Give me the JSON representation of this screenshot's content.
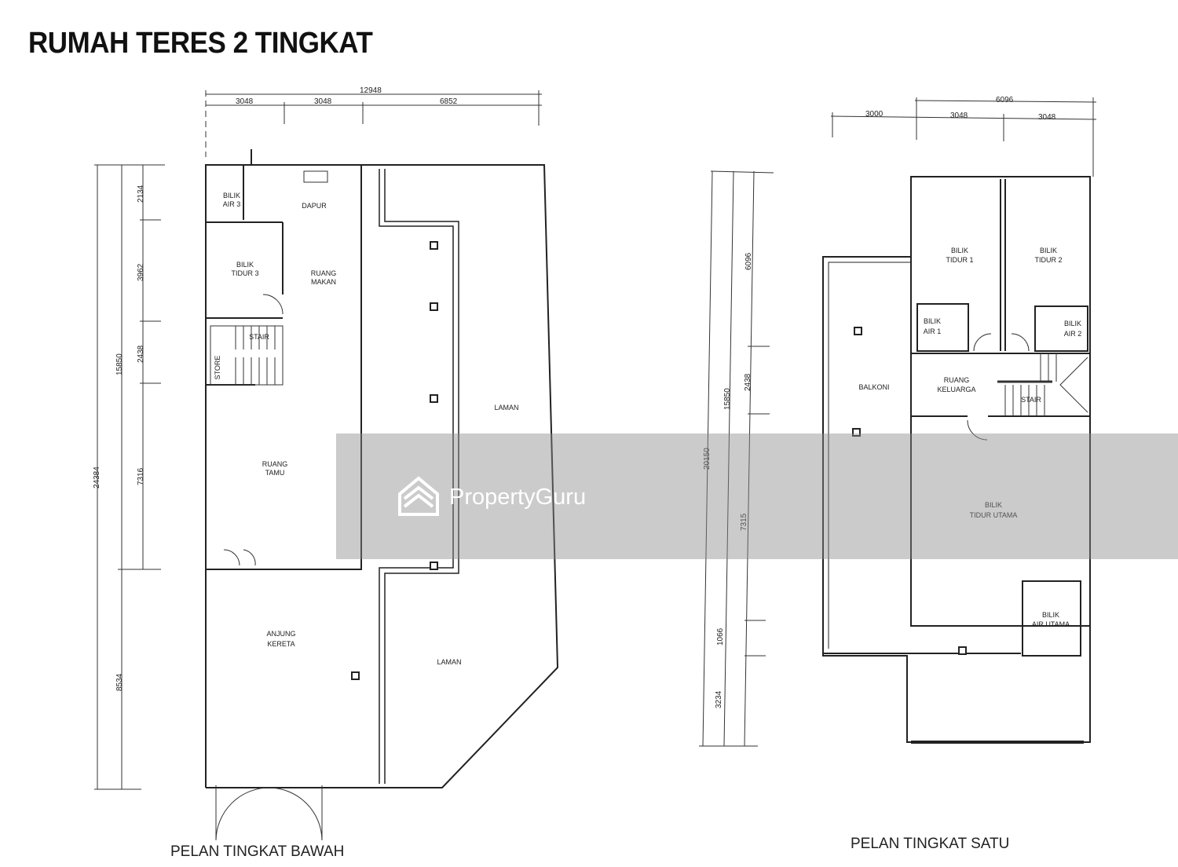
{
  "title": "RUMAH TERES 2 TINGKAT",
  "ground_floor": {
    "caption": "PELAN TINGKAT BAWAH",
    "dims_top": {
      "total": "12948",
      "parts": [
        "3048",
        "3048",
        "6852"
      ]
    },
    "dims_side": {
      "total": "24384",
      "sub_total": "15850",
      "parts": [
        "2134",
        "3962",
        "2438",
        "7316"
      ],
      "lower": "8534"
    },
    "rooms": {
      "bilik_air_3": [
        "BILIK",
        "AIR 3"
      ],
      "dapur": [
        "DAPUR"
      ],
      "bilik_tidur_3": [
        "BILIK",
        "TIDUR 3"
      ],
      "ruang_makan": [
        "RUANG",
        "MAKAN"
      ],
      "stair": [
        "STAIR"
      ],
      "store": [
        "STORE"
      ],
      "ruang_tamu": [
        "RUANG",
        "TAMU"
      ],
      "anjung_kereta": [
        "ANJUNG",
        "KERETA"
      ],
      "laman_1": [
        "LAMAN"
      ],
      "laman_2": [
        "LAMAN"
      ]
    }
  },
  "first_floor": {
    "caption": "PELAN TINGKAT SATU",
    "dims_top": {
      "total": "6096",
      "parts": [
        "3000",
        "3048",
        "3048"
      ]
    },
    "dims_side": {
      "total": "20150",
      "sub_total": "15850",
      "parts": [
        "6096",
        "2438",
        "7315"
      ],
      "lower": [
        "1066",
        "3234"
      ]
    },
    "rooms": {
      "bilik_tidur_1": [
        "BILIK",
        "TIDUR 1"
      ],
      "bilik_tidur_2": [
        "BILIK",
        "TIDUR 2"
      ],
      "bilik_air_1": [
        "BILIK",
        "AIR 1"
      ],
      "bilik_air_2": [
        "BILIK",
        "AIR 2"
      ],
      "balkoni": [
        "BALKONI"
      ],
      "ruang_keluarga": [
        "RUANG",
        "KELUARGA"
      ],
      "stair": [
        "STAIR"
      ],
      "bilik_tidur_utama": [
        "BILIK",
        "TIDUR UTAMA"
      ],
      "bilik_air_utama": [
        "BILIK",
        "AIR UTAMA"
      ]
    }
  },
  "watermark": {
    "text": "PropertyGuru",
    "icon": "propertyguru-logo-icon"
  }
}
